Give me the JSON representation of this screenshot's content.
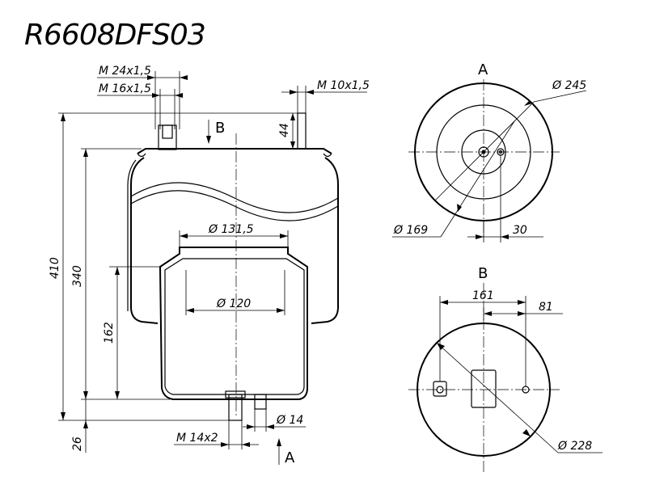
{
  "title": "R6608DFS03",
  "side_view": {
    "thread_m24": "M 24x1,5",
    "thread_m16": "M 16x1,5",
    "thread_m10": "M 10x1,5",
    "thread_m14": "M 14x2",
    "dim_44": "44",
    "dim_410": "410",
    "dim_340": "340",
    "dim_162": "162",
    "dim_26": "26",
    "dia_131_5": "Ø 131,5",
    "dia_120": "Ø 120",
    "dia_14": "Ø 14",
    "section_b": "B",
    "section_a": "A"
  },
  "view_a": {
    "label": "A",
    "dia_245": "Ø 245",
    "dia_169": "Ø 169",
    "dim_30": "30"
  },
  "view_b": {
    "label": "B",
    "dim_161": "161",
    "dim_81": "81",
    "dia_228": "Ø 228"
  }
}
